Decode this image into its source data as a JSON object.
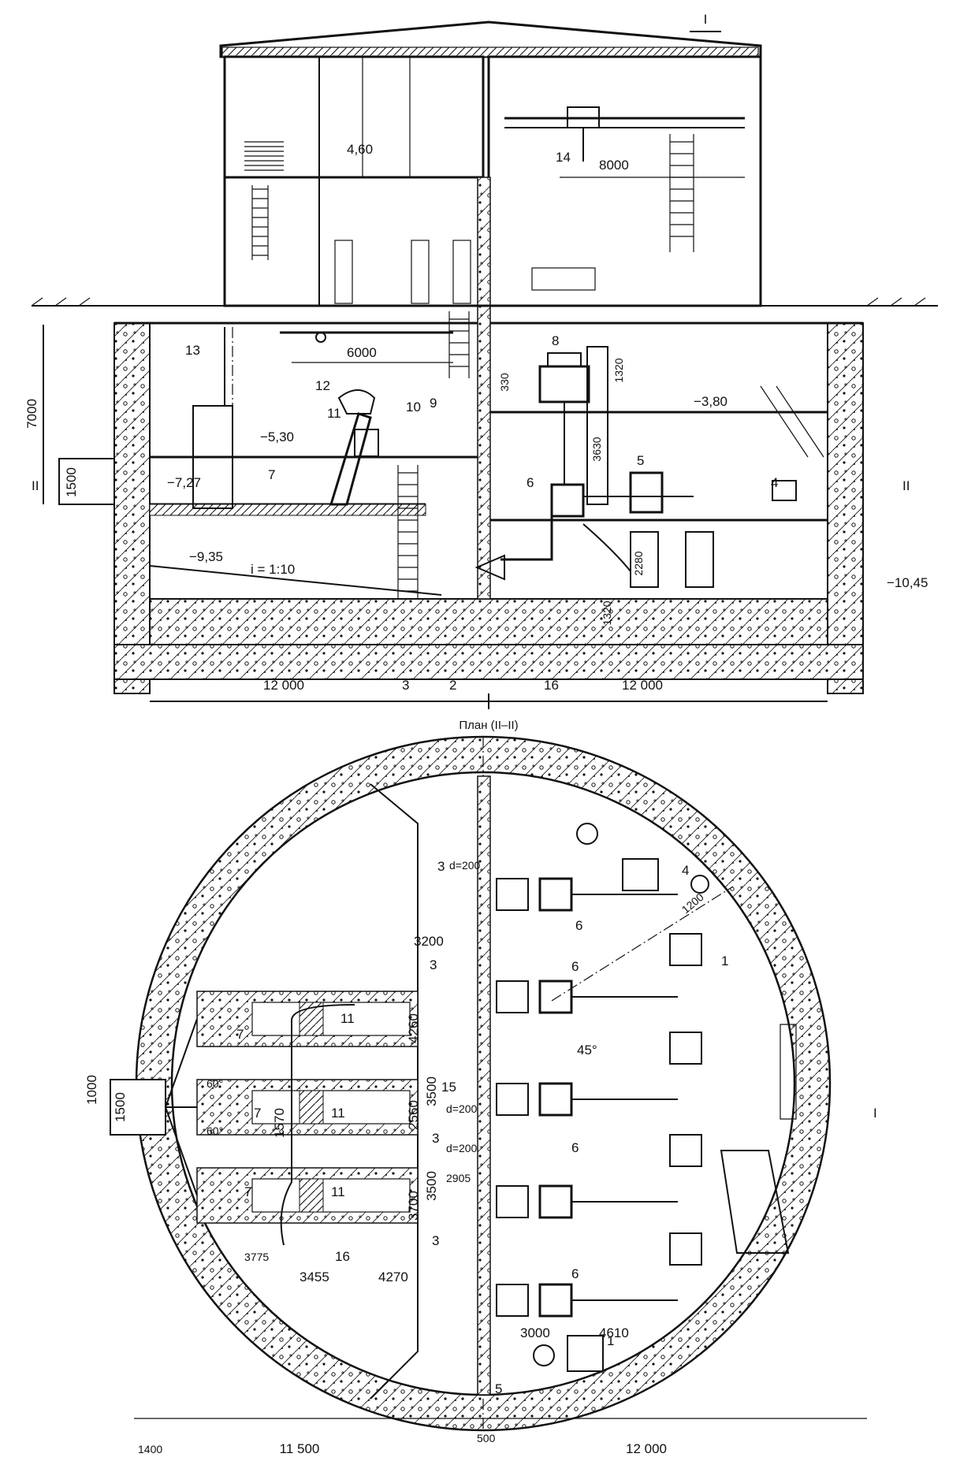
{
  "section": {
    "cut_mark": "I",
    "marks": {
      "elev_460": "4,60",
      "elev_380": "−3,80",
      "elev_530": "−5,30",
      "elev_727": "−7,27",
      "elev_935": "−9,35",
      "elev_1045": "−10,45",
      "slope": "i = 1:10"
    },
    "dims": {
      "crane_span_right": "8000",
      "crane_span_left": "6000",
      "height_total": "7000",
      "inlet_pipe": "1500",
      "d330": "330",
      "d1320a": "1320",
      "d3630": "3630",
      "d2280": "2280",
      "d1320b": "1320",
      "width_left": "12 000",
      "width_right": "12 000"
    },
    "callouts": [
      "14",
      "12",
      "13",
      "11",
      "10",
      "9",
      "8",
      "7",
      "6",
      "5",
      "4",
      "3",
      "2",
      "16"
    ],
    "section_mark_left": "II",
    "section_mark_right": "II"
  },
  "plan": {
    "title": "План (II–II)",
    "dims": {
      "d200a": "d=200",
      "d1200": "1200",
      "d3200": "3200",
      "d4260": "4260",
      "d45": "45°",
      "d3500a": "3500",
      "d2560": "2560",
      "d1570": "1570",
      "d200b": "d=200",
      "d200c": "d=200",
      "d2905": "2905",
      "d3500b": "3500",
      "d3700": "3700",
      "d60a": "60°",
      "d60b": "60°",
      "d1000": "1000",
      "d1500": "1500",
      "d3775": "3775",
      "d3455": "3455",
      "d4270": "4270",
      "d3000": "3000",
      "d4610": "4610",
      "d1400": "1400",
      "d11500": "11 500",
      "d500": "500",
      "d12000": "12 000"
    },
    "callouts": {
      "c3a": "3",
      "c4": "4",
      "c6a": "6",
      "c1a": "1",
      "c3b": "3",
      "c6b": "6",
      "c7a": "7",
      "c11a": "11",
      "c15": "15",
      "c7b": "7",
      "c11b": "11",
      "c3c": "3",
      "c6c": "6",
      "c7c": "7",
      "c11c": "11",
      "c3d": "3",
      "c6d": "6",
      "c16": "16",
      "c5": "5",
      "c1b": "1"
    },
    "section_mark": "I"
  }
}
